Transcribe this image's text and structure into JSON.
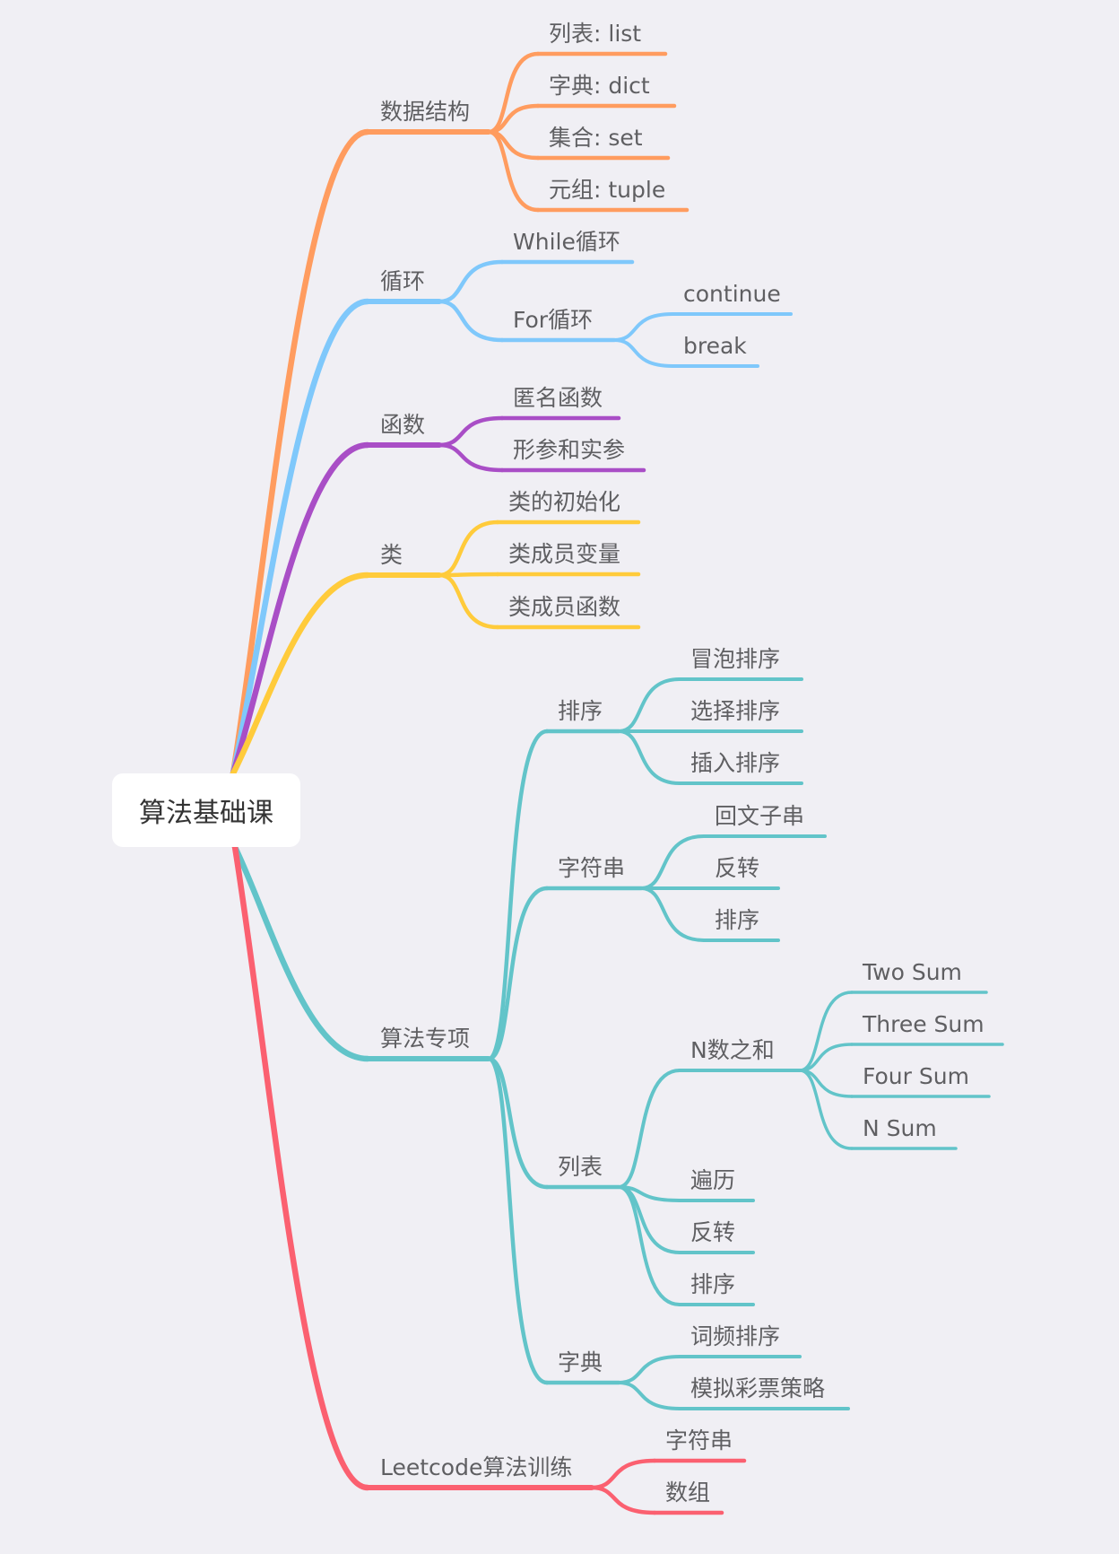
{
  "root": {
    "label": "算法基础课"
  },
  "colors": {
    "background": "#f0eff4",
    "text": "#5f5f62",
    "branches": [
      "#ff9c5f",
      "#7fc8fb",
      "#a94ec6",
      "#ffcb3b",
      "#62c4c9",
      "#fb6070"
    ]
  },
  "branches": [
    {
      "id": "ds",
      "label": "数据结构",
      "color": "#ff9c5f",
      "children": [
        {
          "label": "列表: list"
        },
        {
          "label": "字典: dict"
        },
        {
          "label": "集合: set"
        },
        {
          "label": "元组: tuple"
        }
      ]
    },
    {
      "id": "loop",
      "label": "循环",
      "color": "#7fc8fb",
      "children": [
        {
          "label": "While循环"
        },
        {
          "label": "For循环",
          "children": [
            {
              "label": "continue"
            },
            {
              "label": "break"
            }
          ]
        }
      ]
    },
    {
      "id": "func",
      "label": "函数",
      "color": "#a94ec6",
      "children": [
        {
          "label": "匿名函数"
        },
        {
          "label": "形参和实参"
        }
      ]
    },
    {
      "id": "class",
      "label": "类",
      "color": "#ffcb3b",
      "children": [
        {
          "label": "类的初始化"
        },
        {
          "label": "类成员变量"
        },
        {
          "label": "类成员函数"
        }
      ]
    },
    {
      "id": "algo",
      "label": "算法专项",
      "color": "#62c4c9",
      "children": [
        {
          "label": "排序",
          "children": [
            {
              "label": "冒泡排序"
            },
            {
              "label": "选择排序"
            },
            {
              "label": "插入排序"
            }
          ]
        },
        {
          "label": "字符串",
          "children": [
            {
              "label": "回文子串"
            },
            {
              "label": "反转"
            },
            {
              "label": "排序"
            }
          ]
        },
        {
          "label": "列表",
          "children": [
            {
              "label": "N数之和",
              "children": [
                {
                  "label": "Two Sum"
                },
                {
                  "label": "Three Sum"
                },
                {
                  "label": "Four Sum"
                },
                {
                  "label": "N Sum"
                }
              ]
            },
            {
              "label": "遍历"
            },
            {
              "label": "反转"
            },
            {
              "label": "排序"
            }
          ]
        },
        {
          "label": "字典",
          "children": [
            {
              "label": "词频排序"
            },
            {
              "label": "模拟彩票策略"
            }
          ]
        }
      ]
    },
    {
      "id": "leet",
      "label": "Leetcode算法训练",
      "color": "#fb6070",
      "children": [
        {
          "label": "字符串"
        },
        {
          "label": "数组"
        }
      ]
    }
  ]
}
